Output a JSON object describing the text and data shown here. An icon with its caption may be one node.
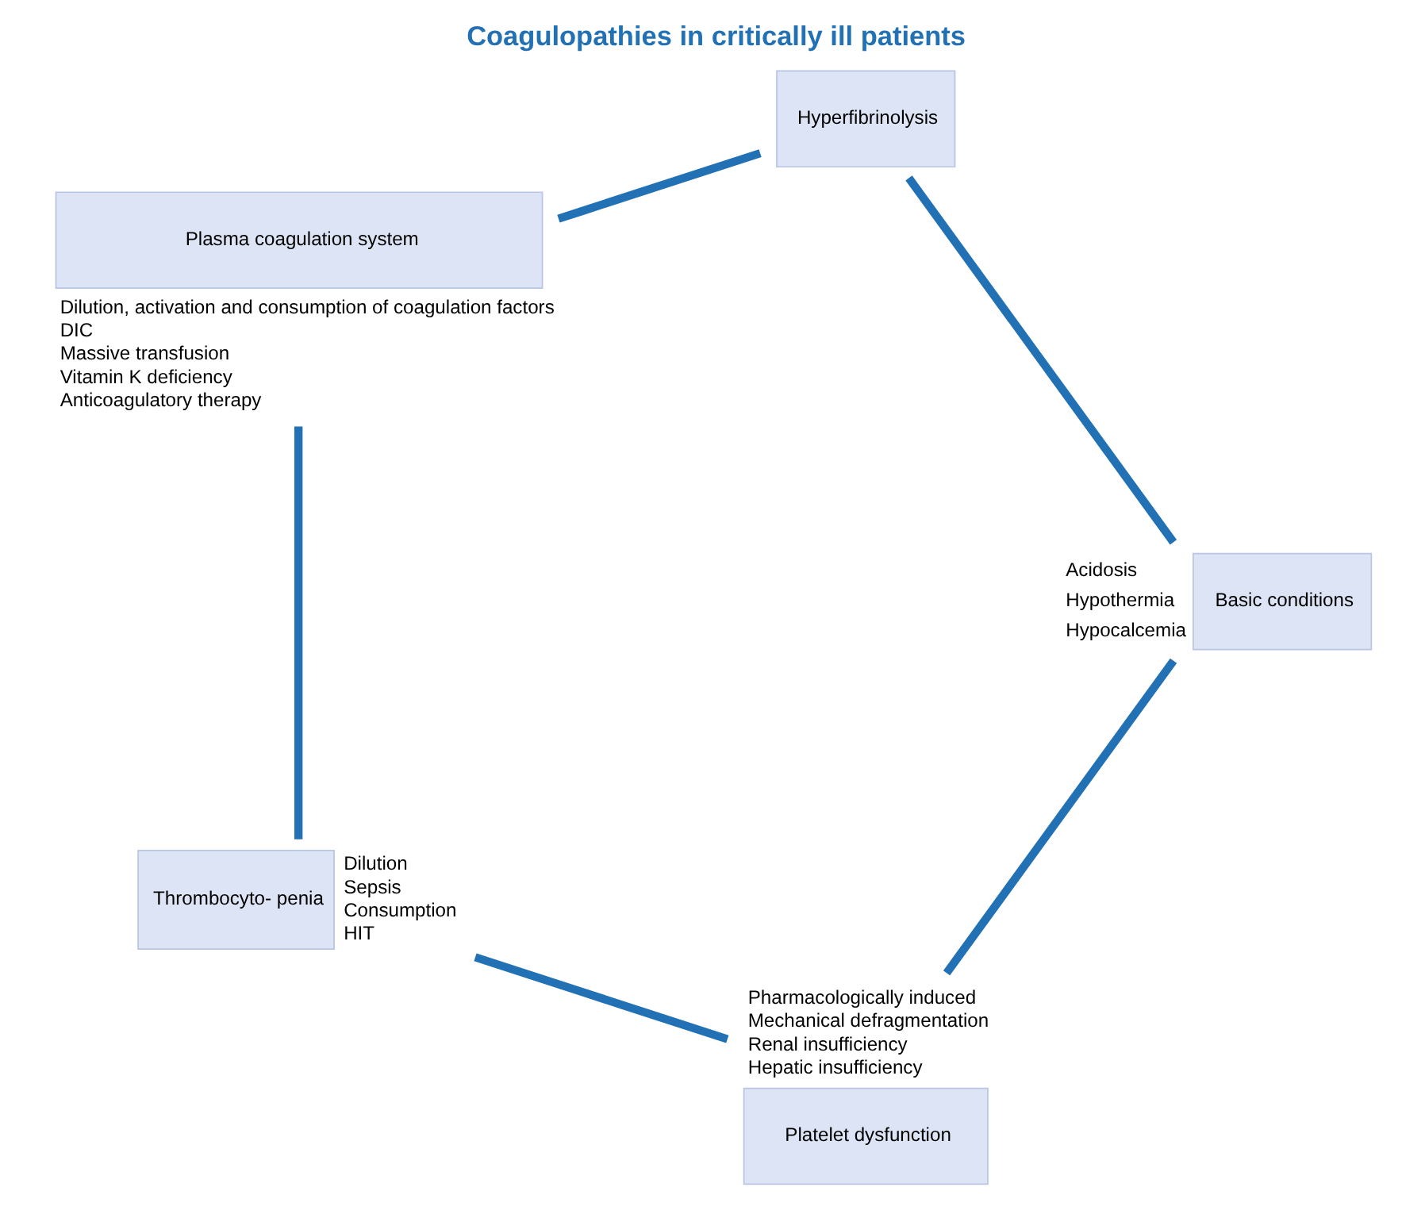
{
  "diagram": {
    "title": "Coagulopathies in critically ill patients",
    "nodes": [
      {
        "text": [
          "Platelet dysfunction"
        ],
        "beside": [
          "Pharmacologically induced",
          "Mechanical defragmentation",
          "Renal insufficiency",
          "Hepatic insufficiency"
        ]
      },
      {
        "text": [
          "Thrombocyto- penia"
        ],
        "beside": [
          "Dilution",
          "Sepsis",
          "Consumption",
          "HIT"
        ]
      },
      {
        "text": [
          "Plasma coagulation system"
        ],
        "beside": [
          "Dilution, activation and consumption of coagulation factors",
          "DIC",
          "Massive transfusion",
          "Vitamin K deficiency",
          "Anticoagulatory therapy"
        ]
      },
      {
        "text": [
          "Hyperfibrinolysis"
        ]
      },
      {
        "text": [
          "Basic conditions"
        ],
        "beside": [
          "Acidosis",
          "Hypothermia",
          "Hypocalcemia"
        ]
      }
    ],
    "edges": [
      {
        "from": 0,
        "to": 1,
        "arrow": "none"
      },
      {
        "from": 1,
        "to": 2,
        "arrow": "none"
      },
      {
        "from": 2,
        "to": 3,
        "arrow": "none"
      },
      {
        "from": 3,
        "to": 4,
        "arrow": "none"
      },
      {
        "from": 4,
        "to": 0,
        "arrow": "none"
      }
    ]
  }
}
